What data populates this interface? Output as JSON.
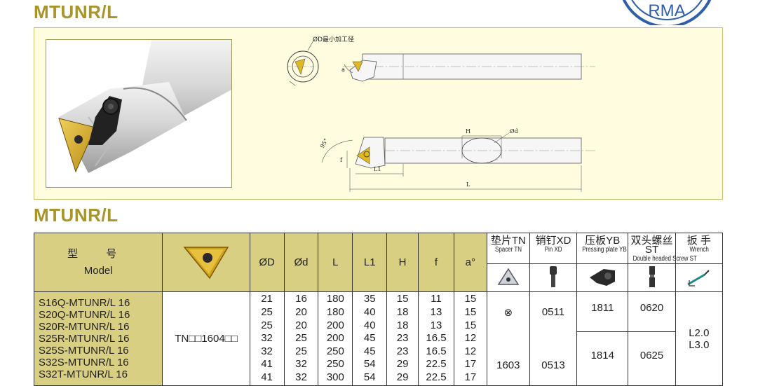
{
  "titles": {
    "top": "MTUNR/L",
    "mid": "MTUNR/L"
  },
  "logo": {
    "text": "RMA"
  },
  "drawing": {
    "callout_min_bore": "ØD最小加工径",
    "label_H": "H",
    "label_d": "Ød",
    "label_L1": "L1",
    "label_L": "L",
    "label_f": "f",
    "label_angle": "95°",
    "label_a": "a"
  },
  "table": {
    "model_header_zh": "型 号",
    "model_header_en": "Model",
    "insert_code": "TN□□1604□□",
    "param_headers": [
      "ØD",
      "Ød",
      "L",
      "L1",
      "H",
      "f",
      "a°"
    ],
    "accessory_headers": [
      {
        "zh": "垫片TN",
        "en": "Spacer TN"
      },
      {
        "zh": "销钉XD",
        "en": "Pin XD"
      },
      {
        "zh": "压板YB",
        "en": "Pressing plate YB"
      },
      {
        "zh": "双头螺丝ST",
        "en": "Double headed Screw ST"
      },
      {
        "zh": "扳 手",
        "en": "Wrench"
      }
    ],
    "rows": [
      {
        "model": "S16Q-MTUNR/L 16",
        "D": "21",
        "d": "16",
        "L": "180",
        "L1": "35",
        "H": "15",
        "f": "11",
        "a": "15"
      },
      {
        "model": "S20Q-MTUNR/L 16",
        "D": "25",
        "d": "20",
        "L": "180",
        "L1": "40",
        "H": "18",
        "f": "13",
        "a": "15"
      },
      {
        "model": "S20R-MTUNR/L 16",
        "D": "25",
        "d": "20",
        "L": "200",
        "L1": "40",
        "H": "18",
        "f": "13",
        "a": "15"
      },
      {
        "model": "S25R-MTUNR/L 16",
        "D": "32",
        "d": "25",
        "L": "200",
        "L1": "45",
        "H": "23",
        "f": "16.5",
        "a": "12"
      },
      {
        "model": "S25S-MTUNR/L 16",
        "D": "32",
        "d": "25",
        "L": "250",
        "L1": "45",
        "H": "23",
        "f": "16.5",
        "a": "12"
      },
      {
        "model": "S32S-MTUNR/L 16",
        "D": "41",
        "d": "32",
        "L": "250",
        "L1": "54",
        "H": "29",
        "f": "22.5",
        "a": "17"
      },
      {
        "model": "S32T-MTUNR/L 16",
        "D": "41",
        "d": "32",
        "L": "300",
        "L1": "54",
        "H": "29",
        "f": "22.5",
        "a": "17"
      }
    ],
    "accessories": {
      "spacer_group1": "⊗",
      "spacer_group2": "1603",
      "pin_group1": "0511",
      "pin_group2": "0513",
      "plate_group1": "1811",
      "plate_group2": "1814",
      "screw_group1": "0620",
      "screw_group2": "0625",
      "wrench": [
        "L2.0",
        "L3.0"
      ]
    }
  }
}
